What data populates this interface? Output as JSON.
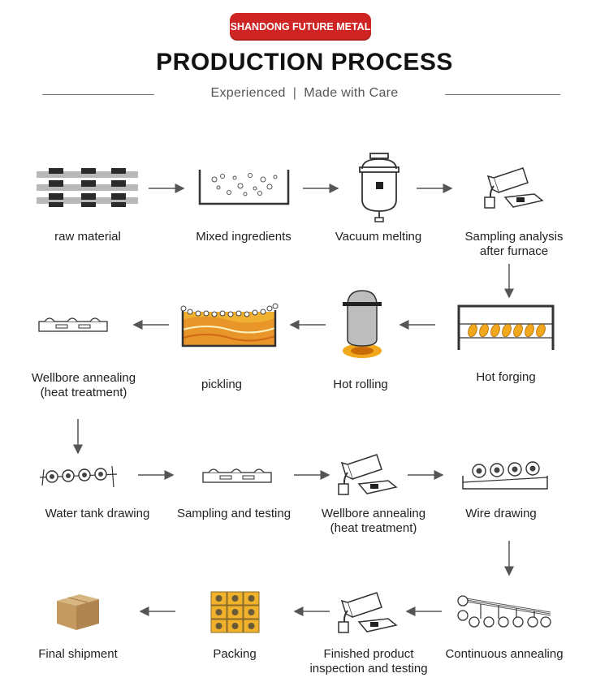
{
  "header": {
    "badge": "SHANDONG FUTURE METAL",
    "title": "PRODUCTION PROCESS",
    "subtitle_left": "Experienced",
    "subtitle_sep": "|",
    "subtitle_right": "Made with Care"
  },
  "steps": [
    {
      "line1": "raw material",
      "line2": ""
    },
    {
      "line1": "Mixed ingredients",
      "line2": ""
    },
    {
      "line1": "Vacuum melting",
      "line2": ""
    },
    {
      "line1": "Sampling analysis",
      "line2": "after furnace"
    },
    {
      "line1": "Hot forging",
      "line2": ""
    },
    {
      "line1": "Hot rolling",
      "line2": ""
    },
    {
      "line1": "pickling",
      "line2": ""
    },
    {
      "line1": "Wellbore annealing",
      "line2": "(heat treatment)"
    },
    {
      "line1": "Water tank drawing",
      "line2": ""
    },
    {
      "line1": "Sampling and testing",
      "line2": ""
    },
    {
      "line1": "Wellbore annealing",
      "line2": "(heat treatment)"
    },
    {
      "line1": "Wire drawing",
      "line2": ""
    },
    {
      "line1": "Continuous annealing",
      "line2": ""
    },
    {
      "line1": "Finished product",
      "line2": "inspection and testing"
    },
    {
      "line1": "Packing",
      "line2": ""
    },
    {
      "line1": "Final shipment",
      "line2": ""
    }
  ],
  "colors": {
    "badge": "#cf2424",
    "arrow": "#555555",
    "molten": "#f2a81c",
    "box": "#c8a06a"
  },
  "icons": [
    "steel-bars-icon",
    "tank-icon",
    "vacuum-furnace-icon",
    "ladle-mold-icon",
    "forging-furnace-icon",
    "rolling-furnace-icon",
    "pickling-tank-icon",
    "annealing-well-icon",
    "drawing-machine-icon",
    "annealing-well-icon",
    "ladle-mold-icon",
    "drawing-machine-icon",
    "annealing-line-icon",
    "ladle-mold-icon",
    "coils-icon",
    "cardboard-box-icon"
  ]
}
